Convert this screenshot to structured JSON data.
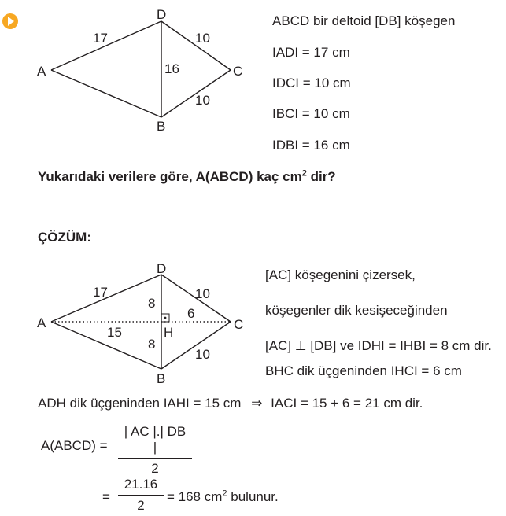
{
  "marker_color": "#f7a823",
  "figure1": {
    "vertices": {
      "a": "A",
      "b": "B",
      "c": "C",
      "d": "D"
    },
    "edges": {
      "ad": "17",
      "dc": "10",
      "bc": "10",
      "db": "16"
    }
  },
  "given": {
    "line1": "ABCD bir deltoid [DB] köşegen",
    "line2": "IADI = 17 cm",
    "line3": "IDCI = 10 cm",
    "line4": "IBCI = 10 cm",
    "line5": "IDBI = 16 cm"
  },
  "question": {
    "main": "Yukarıdaki verilere göre, A(ABCD) kaç cm",
    "sup": "2",
    "tail": " dir?"
  },
  "solution_title": "ÇÖZÜM:",
  "figure2": {
    "vertices": {
      "a": "A",
      "b": "B",
      "c": "C",
      "d": "D",
      "h": "H"
    },
    "edges": {
      "ad": "17",
      "dc": "10",
      "bc": "10",
      "dh": "8",
      "hb": "8",
      "ah": "15",
      "hc": "6"
    }
  },
  "explanation": {
    "line1": "[AC] köşegenini çizersek,",
    "line2": "köşegenler dik kesişeceğinden",
    "line3": "[AC] ⊥ [DB] ve IDHI = IHBI = 8 cm dir.",
    "line4": "BHC dik üçgeninden IHCI = 6 cm",
    "line5_left": "ADH dik üçgeninden IAHI = 15 cm",
    "line5_arrow": "⇒",
    "line5_right": "IACI = 15 + 6 = 21 cm dir."
  },
  "area": {
    "label": "A(ABCD) =",
    "fraction1_num": "| AC |.| DB |",
    "fraction1_den": "2",
    "eq": "=",
    "fraction2_num": "21.16",
    "fraction2_den": "2",
    "result": "= 168 cm",
    "result_sup": "2",
    "result_tail": " bulunur."
  }
}
